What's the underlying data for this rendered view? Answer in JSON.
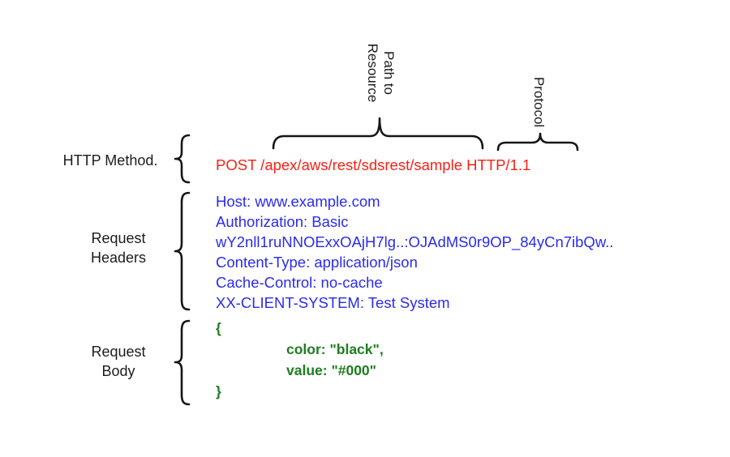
{
  "diagram": {
    "annotations": {
      "path_to_resource": "Path to\nResource",
      "protocol": "Protocol",
      "http_method": "HTTP Method.",
      "request_headers": "Request\nHeaders",
      "request_body": "Request\nBody"
    },
    "request_line": {
      "text": "POST /apex/aws/rest/sdsrest/sample HTTP/1.1",
      "color": "#fa2014"
    },
    "headers": {
      "color": "#2b2bee",
      "lines": [
        "Host: www.example.com",
        "Authorization: Basic",
        "wY2nll1ruNNOExxOAjH7lg..:OJAdMS0r9OP_84yCn7ibQw..",
        "Content-Type: application/json",
        "Cache-Control: no-cache",
        "XX-CLIENT-SYSTEM: Test System"
      ]
    },
    "body": {
      "color": "#1e7d1e",
      "lines": [
        "{",
        "color: \"black\",",
        "value: \"#000\"",
        "}"
      ]
    },
    "brace_color": "#161616"
  }
}
